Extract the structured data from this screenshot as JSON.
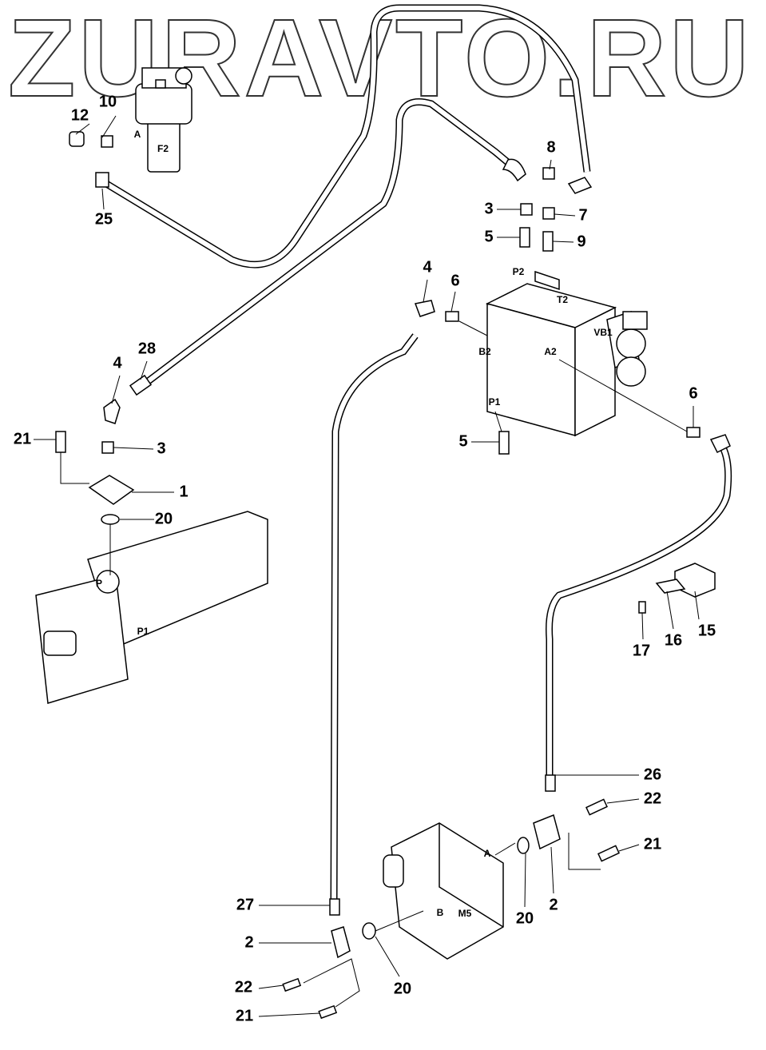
{
  "watermark": "ZURAVTO.RU",
  "callouts": [
    "10",
    "12",
    "A",
    "F2",
    "8",
    "3",
    "7",
    "5",
    "9",
    "25",
    "P2",
    "T2",
    "4",
    "6",
    "VB1",
    "B2",
    "A2",
    "28",
    "4",
    "6",
    "P1",
    "5",
    "21",
    "3",
    "1",
    "20",
    "P",
    "P1",
    "15",
    "16",
    "17",
    "26",
    "22",
    "21",
    "A",
    "2",
    "20",
    "B",
    "M5",
    "27",
    "2",
    "22",
    "20",
    "21"
  ]
}
